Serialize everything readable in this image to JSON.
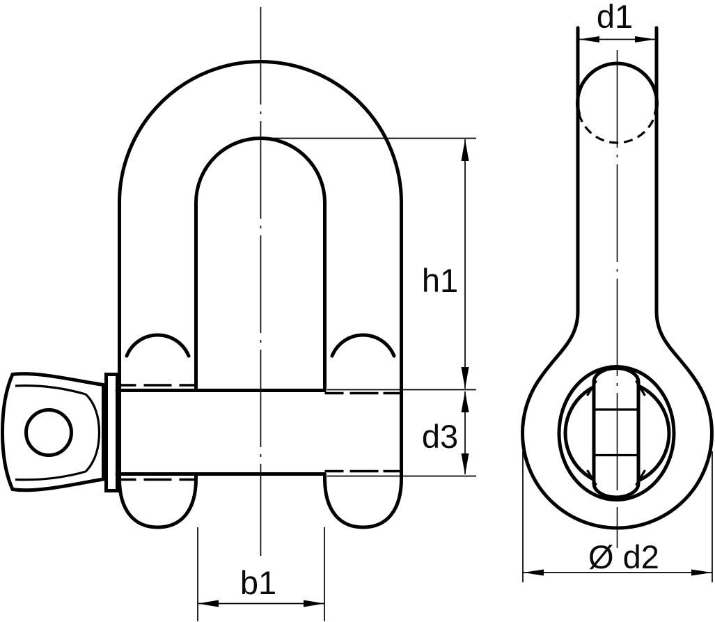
{
  "drawing": {
    "kind": "engineering-dimension-drawing",
    "colors": {
      "line": "#000000",
      "background": "#ffffff"
    },
    "dimensions": {
      "d1": {
        "label": "d1"
      },
      "h1": {
        "label": "h1"
      },
      "d3": {
        "label": "d3"
      },
      "b1": {
        "label": "b1"
      },
      "d2": {
        "label": "Ø d2"
      }
    }
  }
}
